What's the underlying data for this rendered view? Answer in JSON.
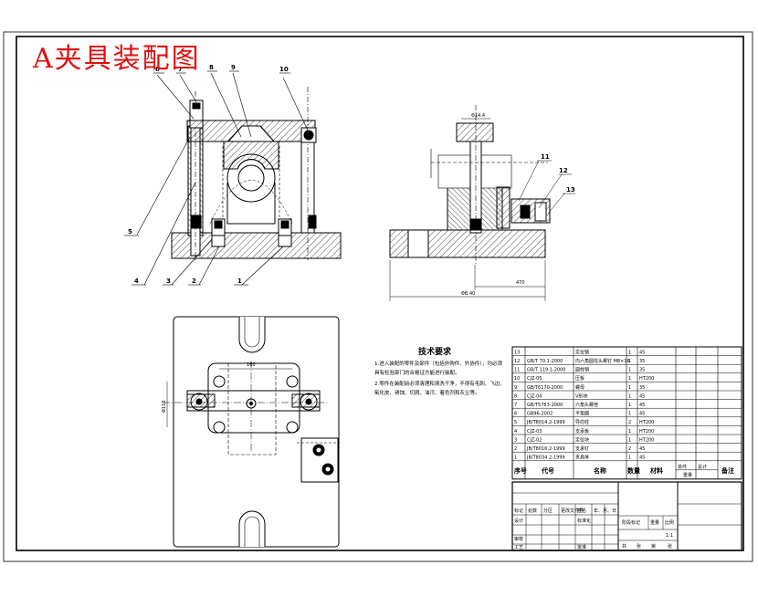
{
  "title": "A夹具装配图",
  "balloons": {
    "left": [
      "6",
      "7",
      "8",
      "9",
      "10",
      "5",
      "4",
      "3",
      "2",
      "1"
    ],
    "right": [
      "11",
      "12",
      "13"
    ]
  },
  "dimensions": {
    "top_dim": "Φ14.4",
    "width_inner": "470",
    "width_outer": "ΦB.40",
    "plan_top": "160",
    "plan_side": "Φ110"
  },
  "notes": {
    "heading": "技术要求",
    "lines": [
      "1.进入装配的零件及部件（包括外购件、外协件），均必须",
      "  具有检验部门的合格证方能进行装配。",
      "2.零件在装配前必须清理和清洗干净，不得有毛刺、飞边、",
      "  氧化皮、锈蚀、切屑、油污、着色剂和灰尘等。"
    ]
  },
  "bom": {
    "headers": [
      "序号",
      "代号",
      "名称",
      "数量",
      "材料",
      "单件",
      "总计",
      "备注"
    ],
    "weight_label": "重量",
    "rows": [
      [
        "13",
        "",
        "定位销",
        "1",
        "45",
        "",
        "",
        ""
      ],
      [
        "12",
        "GB/T 70.1-2000",
        "内六角圆柱头螺钉 M8×16",
        "1",
        "35",
        "",
        "",
        ""
      ],
      [
        "11",
        "GB/T 119.1-2000",
        "圆柱销",
        "1",
        "35",
        "",
        "",
        ""
      ],
      [
        "10",
        "CJZ-05",
        "压板",
        "1",
        "HT200",
        "",
        "",
        ""
      ],
      [
        "9",
        "GB/T6170-2000",
        "螺母",
        "1",
        "35",
        "",
        "",
        ""
      ],
      [
        "8",
        "CJZ-04",
        "V形块",
        "1",
        "45",
        "",
        "",
        ""
      ],
      [
        "7",
        "GB/T5783-2000",
        "六角头螺栓",
        "1",
        "45",
        "",
        "",
        ""
      ],
      [
        "6",
        "GB96-2002",
        "平垫圈",
        "1",
        "45",
        "",
        "",
        ""
      ],
      [
        "5",
        "JB/T8014.2-1999",
        "导向柱",
        "2",
        "HT200",
        "",
        "",
        ""
      ],
      [
        "4",
        "CJZ-03",
        "支承板",
        "1",
        "HT200",
        "",
        "",
        ""
      ],
      [
        "3",
        "CJZ-02",
        "定位块",
        "1",
        "HT200",
        "",
        "",
        ""
      ],
      [
        "2",
        "JB/T8016.2-1999",
        "支承钉",
        "2",
        "45",
        "",
        "",
        ""
      ],
      [
        "1",
        "JB/T8034.2-1999",
        "夹具体",
        "1",
        "45",
        "",
        "",
        ""
      ]
    ]
  },
  "titleblock": {
    "row1": [
      "标记",
      "处数",
      "分区",
      "更改文件号",
      "签名",
      "年、月、日"
    ],
    "design": "设计",
    "standard": "标准化",
    "review": "审核",
    "process": "工艺",
    "approve": "批准",
    "stage": "阶段标记",
    "weight": "重量",
    "ratio": "比例",
    "scale": "1:1",
    "sheets": [
      "共",
      "张",
      "第",
      "张"
    ]
  }
}
